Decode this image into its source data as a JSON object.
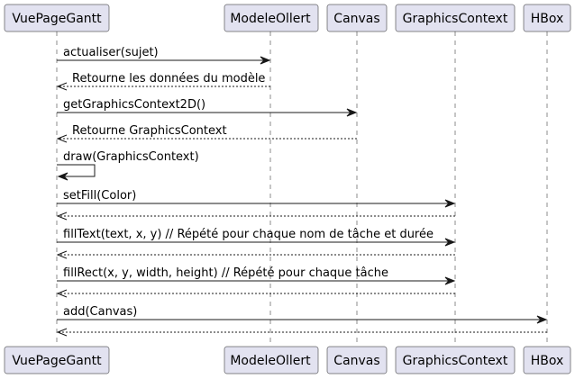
{
  "participants": [
    {
      "id": "vue",
      "name": "VuePageGantt"
    },
    {
      "id": "modele",
      "name": "ModeleOllert"
    },
    {
      "id": "canvas",
      "name": "Canvas"
    },
    {
      "id": "gc",
      "name": "GraphicsContext"
    },
    {
      "id": "hbox",
      "name": "HBox"
    }
  ],
  "messages": [
    {
      "from": "vue",
      "to": "modele",
      "label": "actualiser(sujet)",
      "style": "solid"
    },
    {
      "from": "modele",
      "to": "vue",
      "label": "Retourne les données du modèle",
      "style": "dashed"
    },
    {
      "from": "vue",
      "to": "canvas",
      "label": "getGraphicsContext2D()",
      "style": "solid"
    },
    {
      "from": "canvas",
      "to": "vue",
      "label": "Retourne GraphicsContext",
      "style": "dashed"
    },
    {
      "from": "vue",
      "to": "vue",
      "label": "draw(GraphicsContext)",
      "style": "solid"
    },
    {
      "from": "vue",
      "to": "gc",
      "label": "setFill(Color)",
      "style": "solid"
    },
    {
      "from": "gc",
      "to": "vue",
      "label": "",
      "style": "dashed"
    },
    {
      "from": "vue",
      "to": "gc",
      "label": "fillText(text, x, y) // Répété pour chaque nom de tâche et durée",
      "style": "solid"
    },
    {
      "from": "gc",
      "to": "vue",
      "label": "",
      "style": "dashed"
    },
    {
      "from": "vue",
      "to": "gc",
      "label": "fillRect(x, y, width, height) // Répété pour chaque tâche",
      "style": "solid"
    },
    {
      "from": "gc",
      "to": "vue",
      "label": "",
      "style": "dashed"
    },
    {
      "from": "vue",
      "to": "hbox",
      "label": "add(Canvas)",
      "style": "solid"
    },
    {
      "from": "hbox",
      "to": "vue",
      "label": "",
      "style": "dashed"
    }
  ]
}
